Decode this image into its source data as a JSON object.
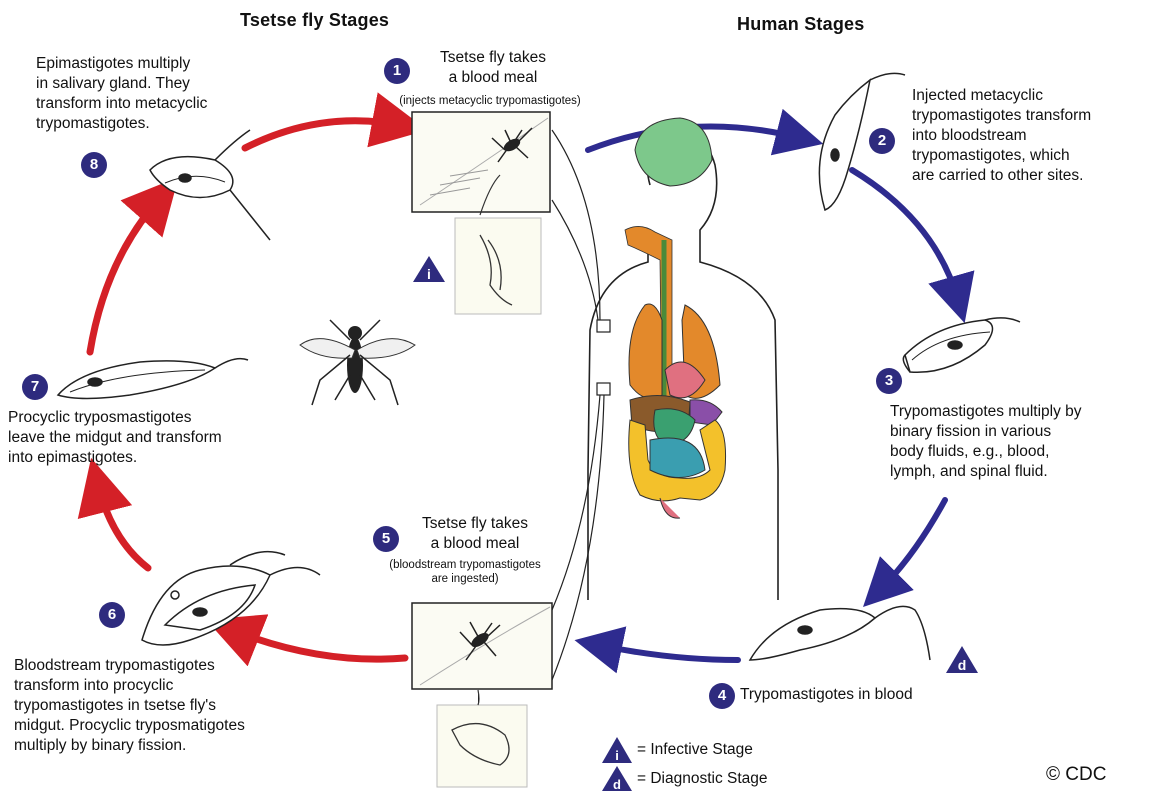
{
  "headers": {
    "tsetse": "Tsetse fly Stages",
    "human": "Human Stages"
  },
  "stages": {
    "s1": {
      "num": "1",
      "line1": "Tsetse fly takes",
      "line2": "a blood meal",
      "note": "(injects metacyclic trypomastigotes)"
    },
    "s2": {
      "num": "2",
      "lines": [
        "Injected metacyclic",
        "trypomastigotes transform",
        "into bloodstream",
        "trypomastigotes, which",
        "are carried to other sites."
      ]
    },
    "s3": {
      "num": "3",
      "lines": [
        "Trypomastigotes multiply by",
        "binary fission in various",
        "body fluids, e.g., blood,",
        "lymph, and spinal fluid."
      ]
    },
    "s4": {
      "num": "4",
      "text": "Trypomastigotes in blood"
    },
    "s5": {
      "num": "5",
      "line1": "Tsetse fly takes",
      "line2": "a blood meal",
      "note1": "(bloodstream trypomastigotes",
      "note2": "are ingested)"
    },
    "s6": {
      "num": "6",
      "lines": [
        "Bloodstream trypomastigotes",
        "transform into procyclic",
        "trypomastigotes in tsetse fly's",
        "midgut. Procyclic tryposmatigotes",
        "multiply by binary fission."
      ]
    },
    "s7": {
      "num": "7",
      "lines": [
        "Procyclic tryposmastigotes",
        "leave the midgut and transform",
        "into epimastigotes."
      ]
    },
    "s8": {
      "num": "8",
      "lines": [
        "Epimastigotes multiply",
        "in salivary gland. They",
        "transform into metacyclic",
        "trypomastigotes."
      ]
    }
  },
  "legend": {
    "infective_symbol": "i",
    "infective_label": "= Infective Stage",
    "diagnostic_symbol": "d",
    "diagnostic_label": "= Diagnostic Stage"
  },
  "copyright": "© CDC",
  "colors": {
    "human_arrow": "#2e2b8f",
    "tsetse_arrow": "#d42027",
    "badge": "#2e2b7e"
  }
}
